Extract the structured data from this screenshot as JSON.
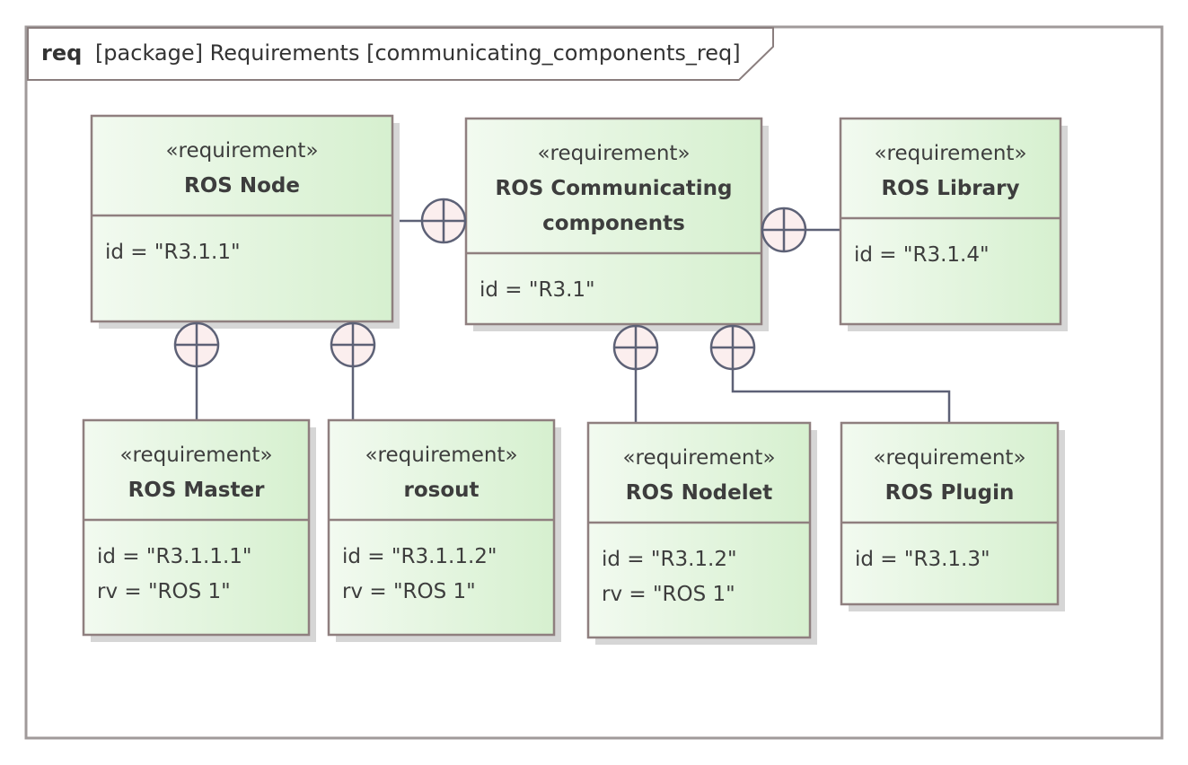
{
  "frame": {
    "keyword": "req",
    "title": "[package] Requirements [communicating_components_req]"
  },
  "requirements": [
    {
      "stereotype": "«requirement»",
      "name": [
        "ROS Node"
      ],
      "attributes": [
        "id = \"R3.1.1\""
      ]
    },
    {
      "stereotype": "«requirement»",
      "name": [
        "ROS Communicating",
        "components"
      ],
      "attributes": [
        "id = \"R3.1\""
      ]
    },
    {
      "stereotype": "«requirement»",
      "name": [
        "ROS Library"
      ],
      "attributes": [
        "id = \"R3.1.4\""
      ]
    },
    {
      "stereotype": "«requirement»",
      "name": [
        "ROS Master"
      ],
      "attributes": [
        "id = \"R3.1.1.1\"",
        "rv = \"ROS 1\""
      ]
    },
    {
      "stereotype": "«requirement»",
      "name": [
        "rosout"
      ],
      "attributes": [
        "id = \"R3.1.1.2\"",
        "rv = \"ROS 1\""
      ]
    },
    {
      "stereotype": "«requirement»",
      "name": [
        "ROS Nodelet"
      ],
      "attributes": [
        "id = \"R3.1.2\"",
        "rv = \"ROS 1\""
      ]
    },
    {
      "stereotype": "«requirement»",
      "name": [
        "ROS Plugin"
      ],
      "attributes": [
        "id = \"R3.1.3\""
      ]
    }
  ],
  "colors": {
    "box_fill_light": "#f2faf0",
    "box_fill_dark": "#d6f0cf",
    "border": "#8f7f7f",
    "connector": "#5d6176",
    "containment_fill": "#fbeeee"
  }
}
